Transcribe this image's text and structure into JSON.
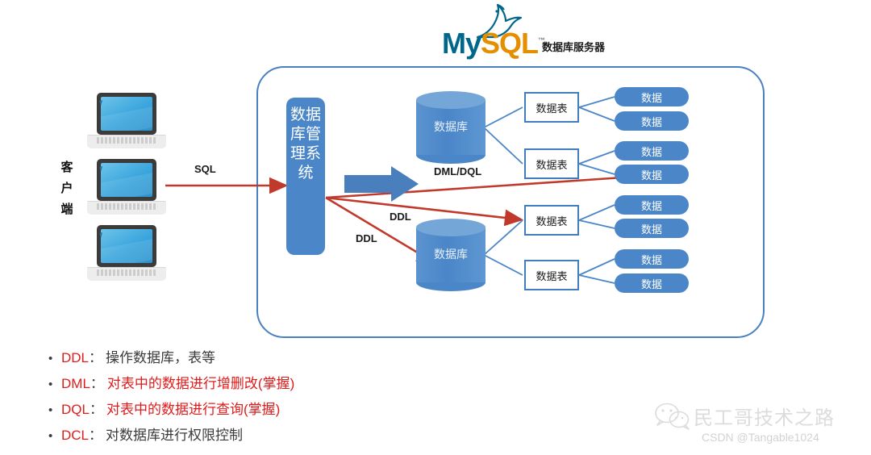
{
  "logo": {
    "brand_my": "My",
    "brand_sql": "SQL",
    "trademark": "™",
    "icon": "mysql-dolphin-icon",
    "colors": {
      "my": "#00678c",
      "sql": "#e48e00"
    }
  },
  "header": {
    "server_label": "数据库服务器"
  },
  "client": {
    "label": "客户端",
    "laptop_icon": "laptop-icon",
    "count": 3
  },
  "dbms": {
    "label": "数据库管理系统"
  },
  "flows": {
    "sql": "SQL",
    "dml_dql": "DML/DQL",
    "ddl_upper": "DDL",
    "ddl_lower": "DDL"
  },
  "databases": [
    {
      "label": "数据库"
    },
    {
      "label": "数据库"
    }
  ],
  "tables": [
    {
      "label": "数据表"
    },
    {
      "label": "数据表"
    },
    {
      "label": "数据表"
    },
    {
      "label": "数据表"
    }
  ],
  "data_items": [
    {
      "label": "数据"
    },
    {
      "label": "数据"
    },
    {
      "label": "数据"
    },
    {
      "label": "数据"
    },
    {
      "label": "数据"
    },
    {
      "label": "数据"
    },
    {
      "label": "数据"
    },
    {
      "label": "数据"
    }
  ],
  "bullets": [
    {
      "dot": "•",
      "key": "DDL",
      "sep": "：",
      "desc": "操作数据库，表等",
      "desc_style": "dark"
    },
    {
      "dot": "•",
      "key": "DML",
      "sep": "：",
      "desc": "对表中的数据进行增删改(掌握)",
      "desc_style": "red"
    },
    {
      "dot": "•",
      "key": "DQL",
      "sep": "：",
      "desc": "对表中的数据进行查询(掌握)",
      "desc_style": "red"
    },
    {
      "dot": "•",
      "key": "DCL",
      "sep": "：",
      "desc": "对数据库进行权限控制",
      "desc_style": "dark"
    }
  ],
  "watermark": {
    "icon": "wechat-icon",
    "title": "民工哥技术之路",
    "subtitle": "CSDN @Tangable1024"
  },
  "colors": {
    "blue_fill": "#4a86c8",
    "blue_border": "#3f7dc0",
    "container_border": "#4a80c0",
    "red_arrow": "#c0392b",
    "accent_red": "#e01b1b"
  }
}
